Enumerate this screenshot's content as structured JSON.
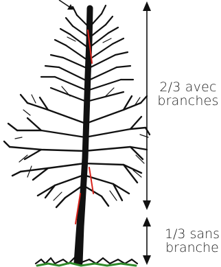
{
  "labels": {
    "upper": {
      "line1": "2/3  avec",
      "line2": "branches"
    },
    "lower": {
      "line1": "1/3 sans",
      "line2": "branche"
    }
  },
  "colors": {
    "ink": "#111111",
    "accent_marks": "#d9241c",
    "grass": "#2f8a2a",
    "arrow": "#111111"
  },
  "icons": {
    "pointer_arrow": "arrow-down-right",
    "dimension_arrows": "double-headed-vertical-arrow"
  }
}
